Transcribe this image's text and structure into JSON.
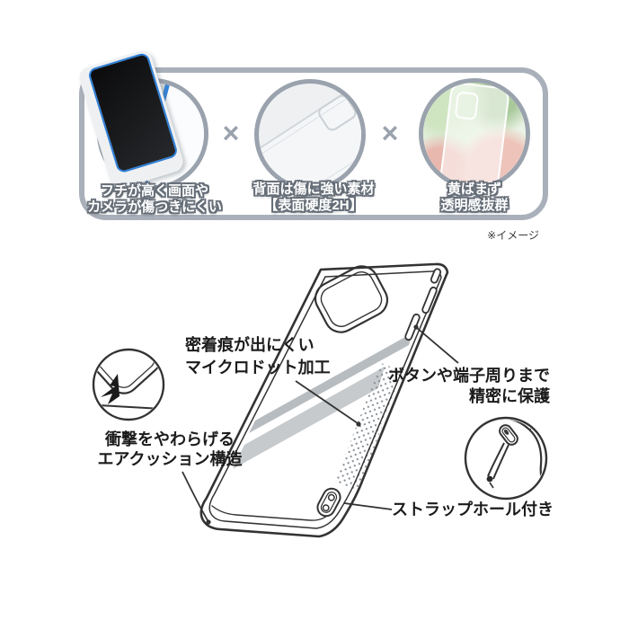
{
  "top_panel": {
    "separator": "×",
    "features": [
      {
        "line1": "フチが高く画面や",
        "line2": "カメラが傷つきにくい"
      },
      {
        "line1": "背面は傷に強い素材",
        "line2": "【表面硬度2H】"
      },
      {
        "line1": "黄ばまず",
        "line2": "透明感抜群"
      }
    ]
  },
  "note": "※イメージ",
  "diagram": {
    "labels": {
      "microdot": {
        "line1": "密着痕が出にくい",
        "line2": "マイクロドット加工"
      },
      "buttons": {
        "line1": "ボタンや端子周りまで",
        "line2": "精密に保護"
      },
      "cushion": {
        "line1": "衝撃をやわらげる",
        "line2": "エアクッション構造"
      },
      "strap": "ストラップホール付き"
    }
  },
  "colors": {
    "panel_border": "#a9b0ba",
    "circle_ring": "#9aa2ad",
    "caption_fill": "#ffffff",
    "caption_outline": "#666e78",
    "line_art": "#333333",
    "stripe_dark": "#b7bcc1",
    "stripe_light": "#c6cacd",
    "accent_blue": "#2f7fd6"
  }
}
